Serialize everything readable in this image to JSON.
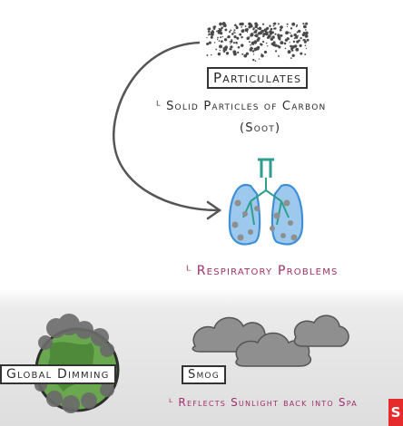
{
  "labels": {
    "particulates": "Particulates",
    "carbon_line1": "ᴸ Solid Particles of Carbon",
    "carbon_line2": "(Soot)",
    "respiratory": "ᴸ Respiratory Problems",
    "global_dimming": "Global Dimming",
    "smog": "Smog",
    "reflects": "ᴸ Reflects Sunlight back into Spa",
    "badge": "S"
  },
  "colors": {
    "accent": "#a0306a",
    "lung": "#3f8fd6",
    "airway": "#2f9e8e",
    "cloud": "#8a8a8a"
  }
}
